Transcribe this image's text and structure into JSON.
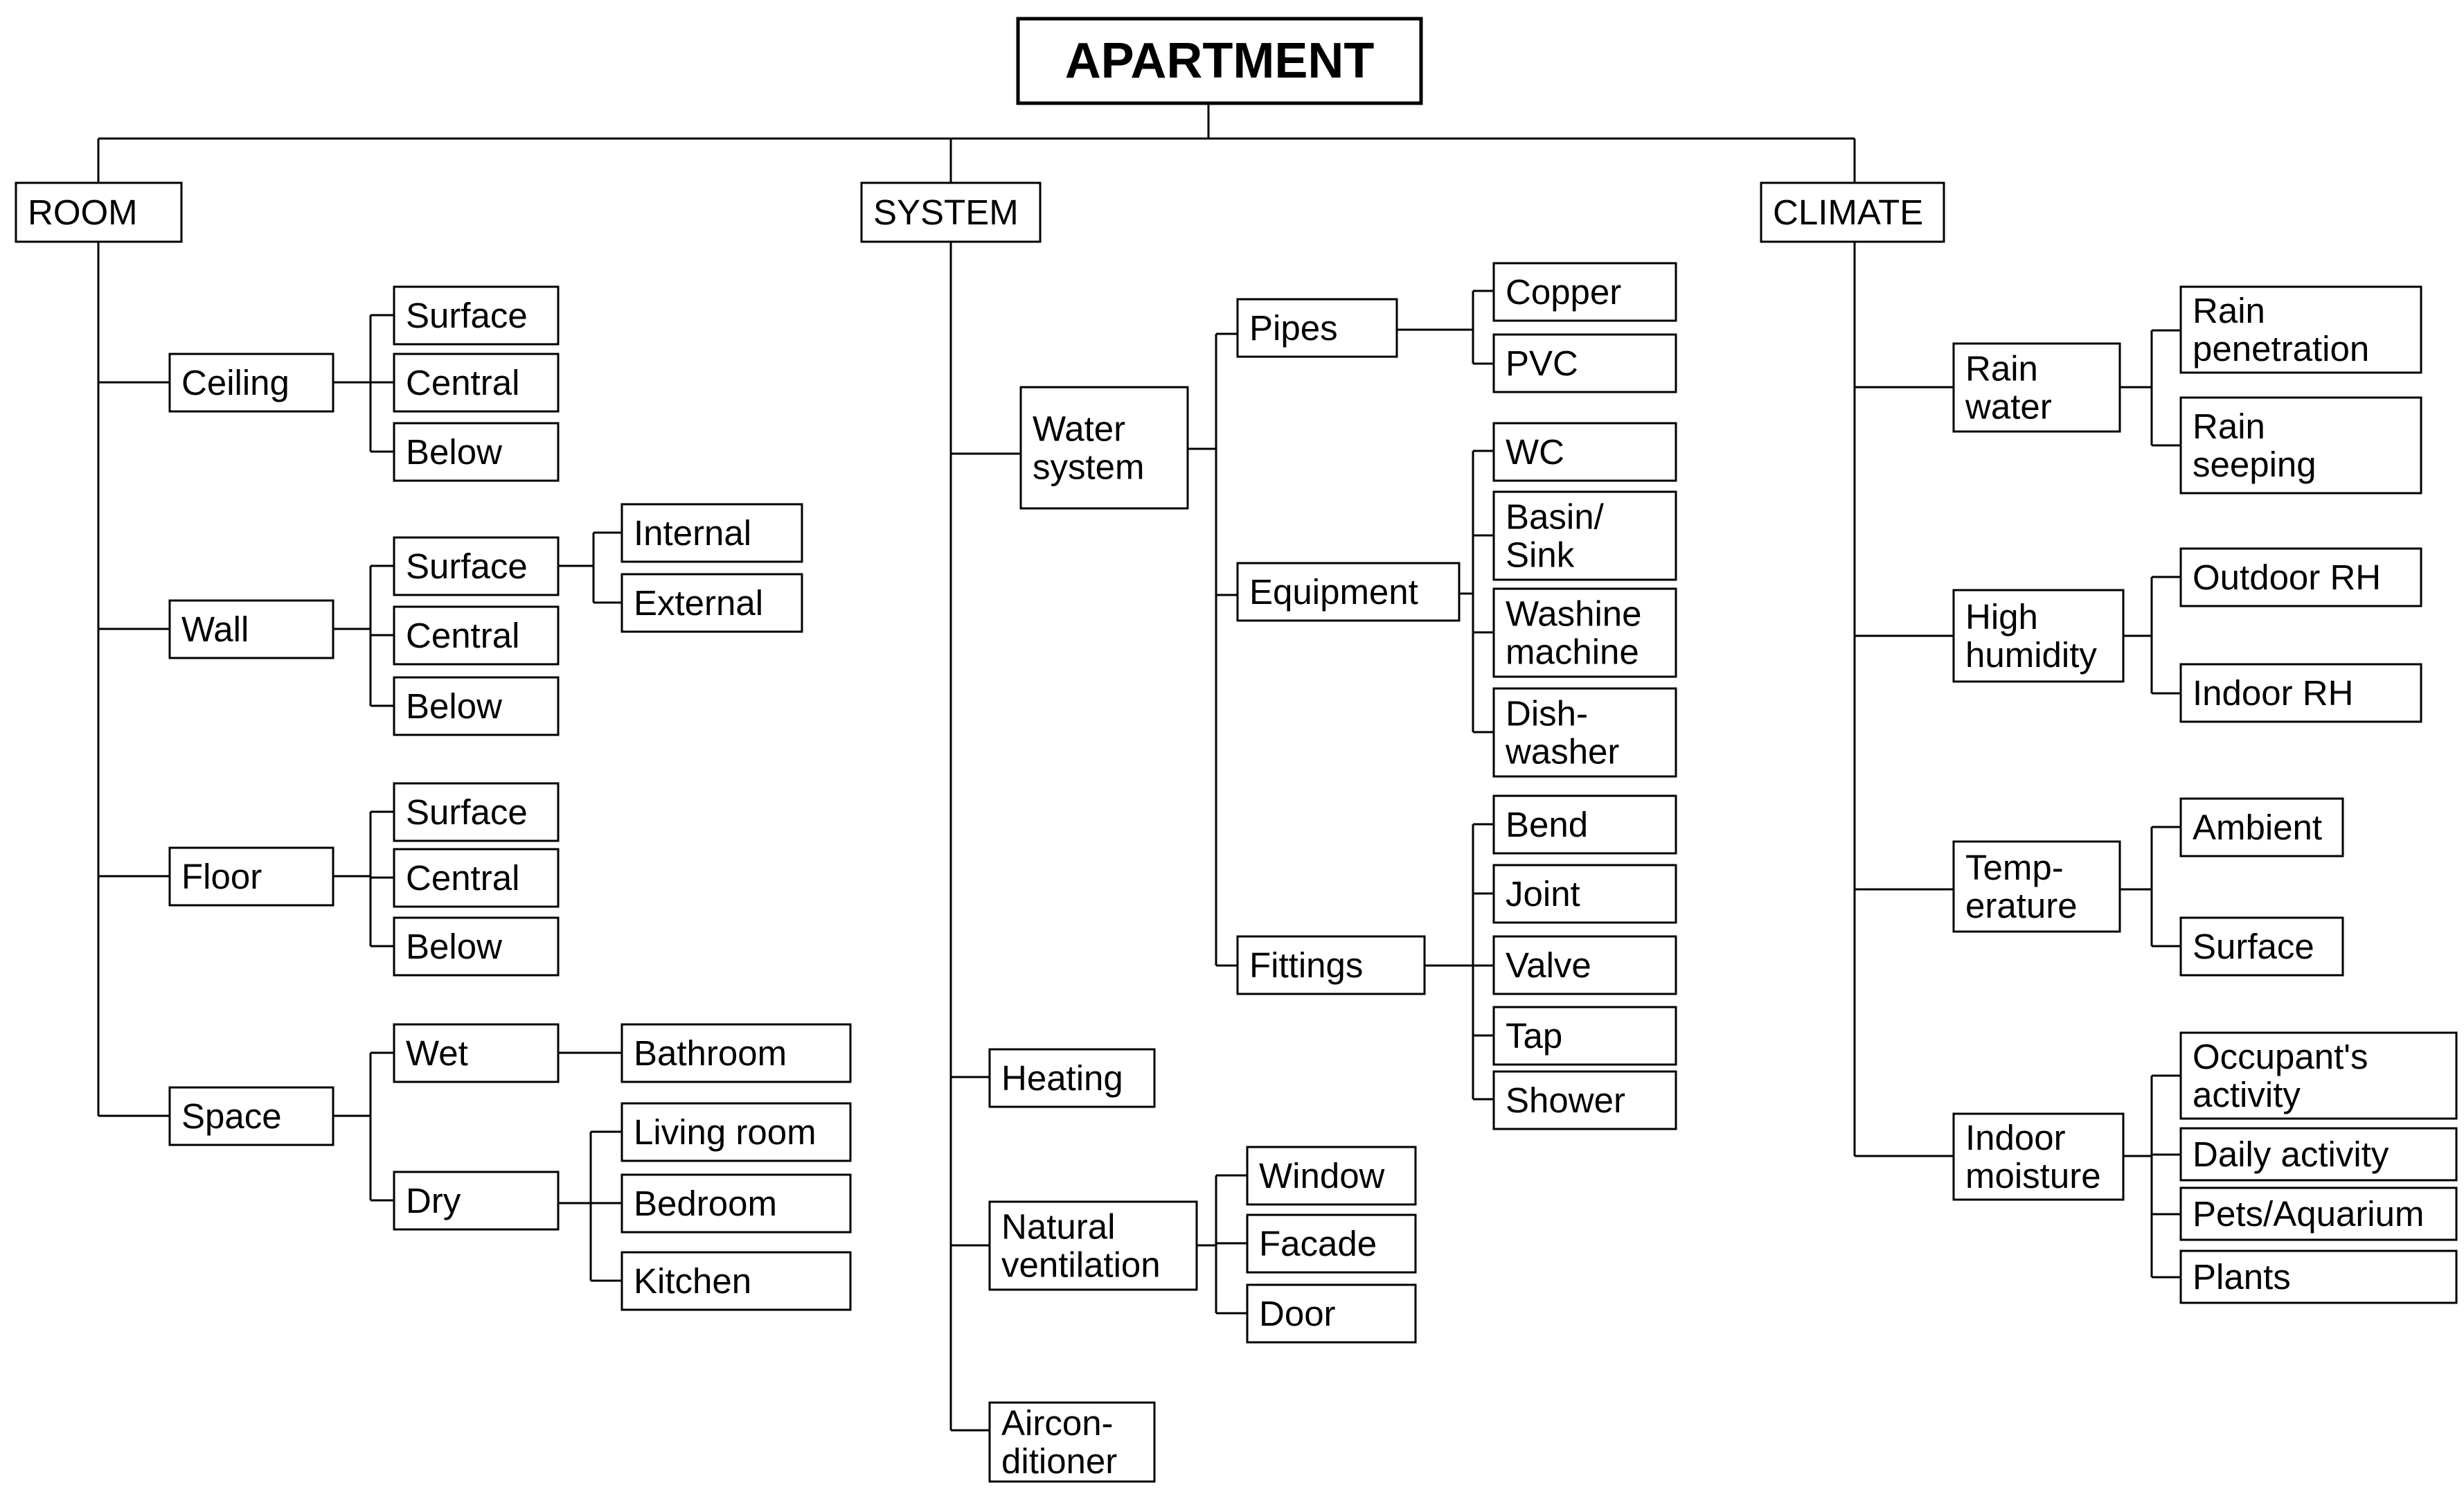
{
  "nodes": {
    "apartment": [
      "APARTMENT"
    ],
    "room": [
      "ROOM"
    ],
    "system": [
      "SYSTEM"
    ],
    "climate": [
      "CLIMATE"
    ],
    "ceiling": [
      "Ceiling"
    ],
    "ceiling_surface": [
      "Surface"
    ],
    "ceiling_central": [
      "Central"
    ],
    "ceiling_below": [
      "Below"
    ],
    "wall": [
      "Wall"
    ],
    "wall_surface": [
      "Surface"
    ],
    "wall_internal": [
      "Internal"
    ],
    "wall_external": [
      "External"
    ],
    "wall_central": [
      "Central"
    ],
    "wall_below": [
      "Below"
    ],
    "floor": [
      "Floor"
    ],
    "floor_surface": [
      "Surface"
    ],
    "floor_central": [
      "Central"
    ],
    "floor_below": [
      "Below"
    ],
    "space": [
      "Space"
    ],
    "wet": [
      "Wet"
    ],
    "bathroom": [
      "Bathroom"
    ],
    "dry": [
      "Dry"
    ],
    "living_room": [
      "Living room"
    ],
    "bedroom": [
      "Bedroom"
    ],
    "kitchen": [
      "Kitchen"
    ],
    "water_system": [
      "Water",
      "system"
    ],
    "pipes": [
      "Pipes"
    ],
    "copper": [
      "Copper"
    ],
    "pvc": [
      "PVC"
    ],
    "equipment": [
      "Equipment"
    ],
    "wc": [
      "WC"
    ],
    "basin_sink": [
      "Basin/",
      "Sink"
    ],
    "washine_machine": [
      "Washine",
      "machine"
    ],
    "dishwasher": [
      "Dish-",
      "washer"
    ],
    "fittings": [
      "Fittings"
    ],
    "bend": [
      "Bend"
    ],
    "joint": [
      "Joint"
    ],
    "valve": [
      "Valve"
    ],
    "tap": [
      "Tap"
    ],
    "shower": [
      "Shower"
    ],
    "heating": [
      "Heating"
    ],
    "natural_ventilation": [
      "Natural",
      "ventilation"
    ],
    "window": [
      "Window"
    ],
    "facade": [
      "Facade"
    ],
    "door": [
      "Door"
    ],
    "airconditioner": [
      "Aircon-",
      "ditioner"
    ],
    "rain_water": [
      "Rain",
      "water"
    ],
    "rain_penetration": [
      "Rain",
      "penetration"
    ],
    "rain_seeping": [
      "Rain",
      "seeping"
    ],
    "high_humidity": [
      "High",
      "humidity"
    ],
    "outdoor_rh": [
      "Outdoor RH"
    ],
    "indoor_rh": [
      "Indoor RH"
    ],
    "temperature": [
      "Temp-",
      "erature"
    ],
    "ambient": [
      "Ambient"
    ],
    "temp_surface": [
      "Surface"
    ],
    "indoor_moisture": [
      "Indoor",
      "moisture"
    ],
    "occupants_activity": [
      "Occupant's",
      "activity"
    ],
    "daily_activity": [
      "Daily activity"
    ],
    "pets_aquarium": [
      "Pets/Aquarium"
    ],
    "plants": [
      "Plants"
    ]
  }
}
